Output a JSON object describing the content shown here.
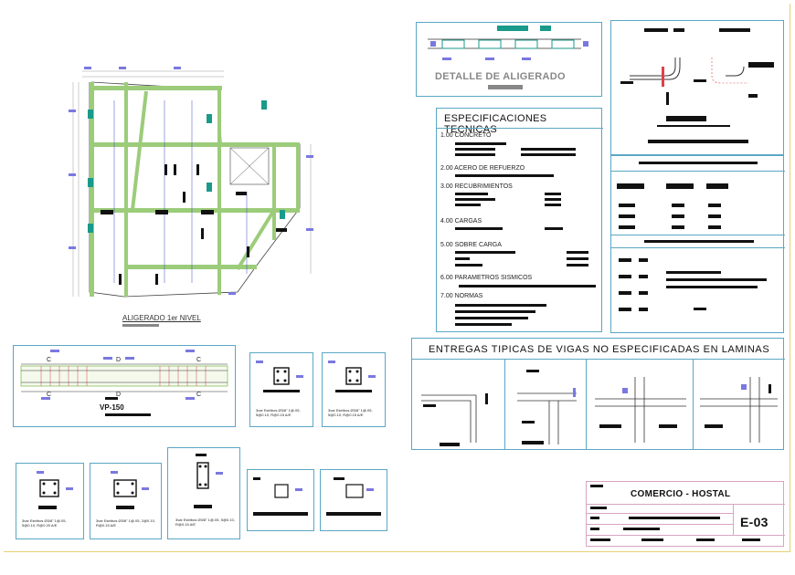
{
  "plan": {
    "caption": "ALIGERADO 1er NIVEL"
  },
  "detalle": {
    "title": "DETALLE DE ALIGERADO"
  },
  "specs": {
    "title": "ESPECIFICACIONES TECNICAS",
    "items": [
      {
        "label": "1.00 CONCRETO"
      },
      {
        "label": "2.00 ACERO DE REFUERZO"
      },
      {
        "label": "3.00 RECUBRIMIENTOS"
      },
      {
        "label": "4.00 CARGAS"
      },
      {
        "label": "5.00 SOBRE CARGA"
      },
      {
        "label": "6.00 PARAMETROS SISMICOS"
      },
      {
        "label": "7.00 NORMAS"
      }
    ]
  },
  "beam": {
    "label": "VP-150",
    "section_marks": [
      "C",
      "D",
      "C",
      "C",
      "D",
      "C"
    ]
  },
  "vigas": {
    "title": "ENTREGAS TIPICAS DE VIGAS NO ESPECIFICADAS EN LAMINAS"
  },
  "columns": {
    "notes": [
      "3var Estribos Ø3/8\" 1@.05, 5@0.10, R@0.15 A/E",
      "3var Estribos Ø3/8\" 1@.05, 5@0.10, R@0.15 A/E",
      "3var Estribos Ø3/8\" 1@.05, 5@0.10, R@0.20 A/E",
      "3var Estribos Ø3/8\" 1@.05, 2@0.10, R@0.15 A/E",
      "3var Estribos Ø3/8\" 1@.05, 5@0.10, R@0.15 A/E"
    ]
  },
  "titleblock": {
    "project": "COMERCIO - HOSTAL",
    "sheet": "E-03"
  },
  "colors": {
    "frame": "#5aa7c4",
    "beam_green": "#9ccc7a",
    "column_teal": "#1a9a8a",
    "dim_purple": "#7a78e0",
    "rebar_red": "#e0404a"
  }
}
